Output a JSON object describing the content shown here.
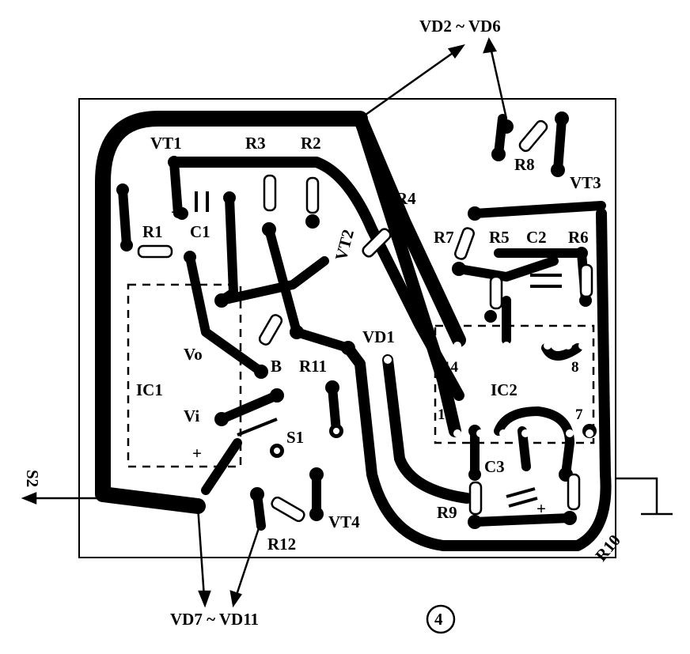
{
  "figure_number": "4",
  "external_labels": {
    "top": "VD2 ~ VD6",
    "bottom": "VD7 ~ VD11",
    "left_output": "S2"
  },
  "components": {
    "VT1": "VT1",
    "VT2": "VT2",
    "VT3": "VT3",
    "VT4": "VT4",
    "R1": "R1",
    "R2": "R2",
    "R3": "R3",
    "R4": "R4",
    "R5": "R5",
    "R6": "R6",
    "R7": "R7",
    "R8": "R8",
    "R9": "R9",
    "R10": "R10",
    "R11": "R11",
    "R12": "R12",
    "C1": "C1",
    "C2": "C2",
    "C3": "C3",
    "VD1": "VD1",
    "S1": "S1",
    "IC1": "IC1",
    "IC2": "IC2"
  },
  "ic1_pins": {
    "vo": "Vo",
    "vi": "Vi",
    "b": "B",
    "plus": "+"
  },
  "ic2_pins": {
    "p14": "14",
    "p8": "8",
    "p1": "1",
    "p7": "7"
  },
  "polarity": {
    "c1": "+",
    "c2": "+",
    "c3": "+"
  }
}
